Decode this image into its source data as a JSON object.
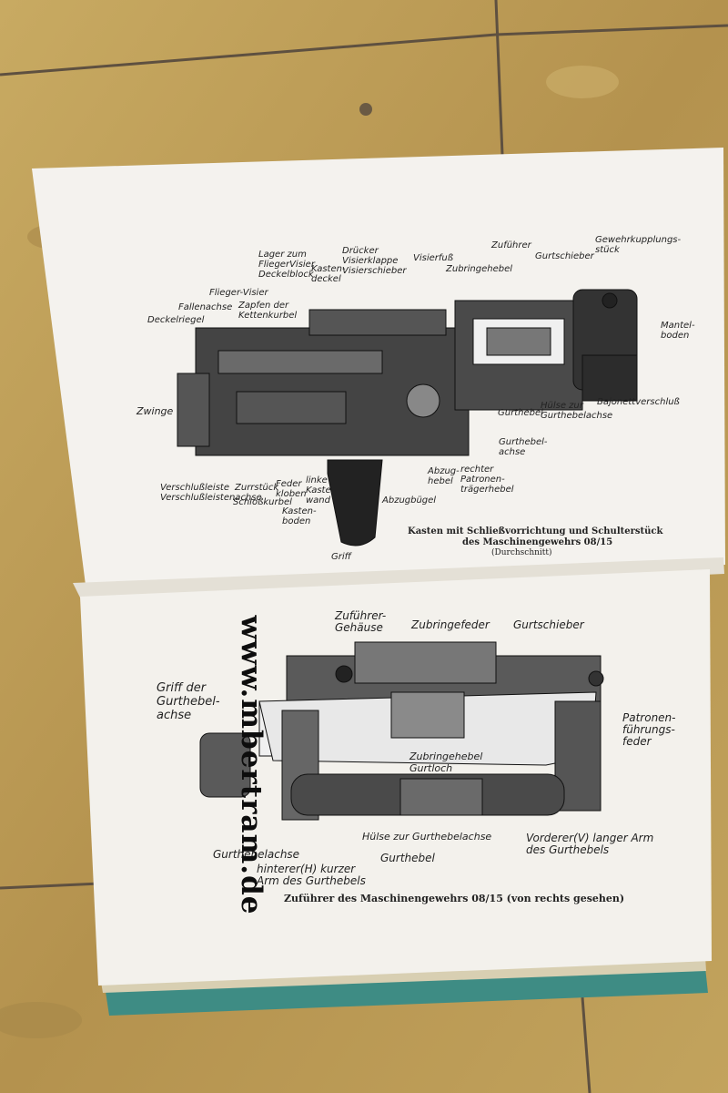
{
  "top_page": {
    "labels": {
      "gewehrkupplungsstueck": "Gewehrkupplungs-\nstück",
      "zufuehrer": "Zuführer",
      "gurtschieber": "Gurtschieber",
      "visierfuss": "Visierfuß",
      "zubringehebel": "Zubringehebel",
      "druecker": "Drücker\nVisierklappe\nVisierschieber",
      "lager": "Lager zum\nFliegerVisier\nDeckelblock",
      "kastendeckel": "Kasten-\ndeckel",
      "fliegervisier": "Flieger-Visier",
      "fallenachse": "Fallenachse",
      "zapfen": "Zapfen der\nKettenkurbel",
      "deckelriegel": "Deckelriegel",
      "mantelboden": "Mantel-\nboden",
      "zwinge": "Zwinge",
      "gurthebel": "Gurthebel",
      "huelse": "Hülse zur\nGurthebelachse",
      "bajonett": "Bajonettverschluß",
      "gurthebelachse": "Gurthebel-\nachse",
      "verschlussleiste": "Verschlußleiste\nVerschlußleistenachse",
      "zurrstueck": "Zurrstück",
      "schlosskurbel": "Schloßkurbel",
      "feder": "Feder\nkloben",
      "kastenboden": "Kasten-\nboden",
      "linke": "linke\nKasten-\nwand",
      "abzugbuegel": "Abzugbügel",
      "abzughebel": "Abzug-\nhebel",
      "rechter": "rechter\nPatronen-\nträgerhebel",
      "griff": "Griff"
    },
    "caption": {
      "line1": "Kasten mit Schließvorrichtung und Schulterstück",
      "line2": "des Maschinengewehrs 08/15",
      "line3": "(Durchschnitt)"
    }
  },
  "bottom_page": {
    "labels": {
      "zufuehrergehaeuse": "Zuführer-\nGehäuse",
      "zubringefeder": "Zubringefeder",
      "gurtschieber": "Gurtschieber",
      "griff": "Griff der\nGurthebel-\nachse",
      "patronen": "Patronen-\nführungs-\nfeder",
      "zubringehebel": "Zubringehebel\nGurtloch",
      "huelse": "Hülse zur Gurthebelachse",
      "vorderer": "Vorderer(V) langer Arm\ndes Gurthebels",
      "gurthebelachse": "Gurthebelachse",
      "gurthebel": "Gurthebel",
      "hinterer": "hinterer(H) kurzer\nArm des Gurthebels"
    },
    "caption": "Zuführer des Maschinengewehrs 08/15 (von rechts gesehen)"
  },
  "watermark": "www.mbertram.de",
  "colors": {
    "tile": "#b99a55",
    "page": "#f3f1ec",
    "ink": "#222222",
    "cover": "#3e8c84"
  }
}
